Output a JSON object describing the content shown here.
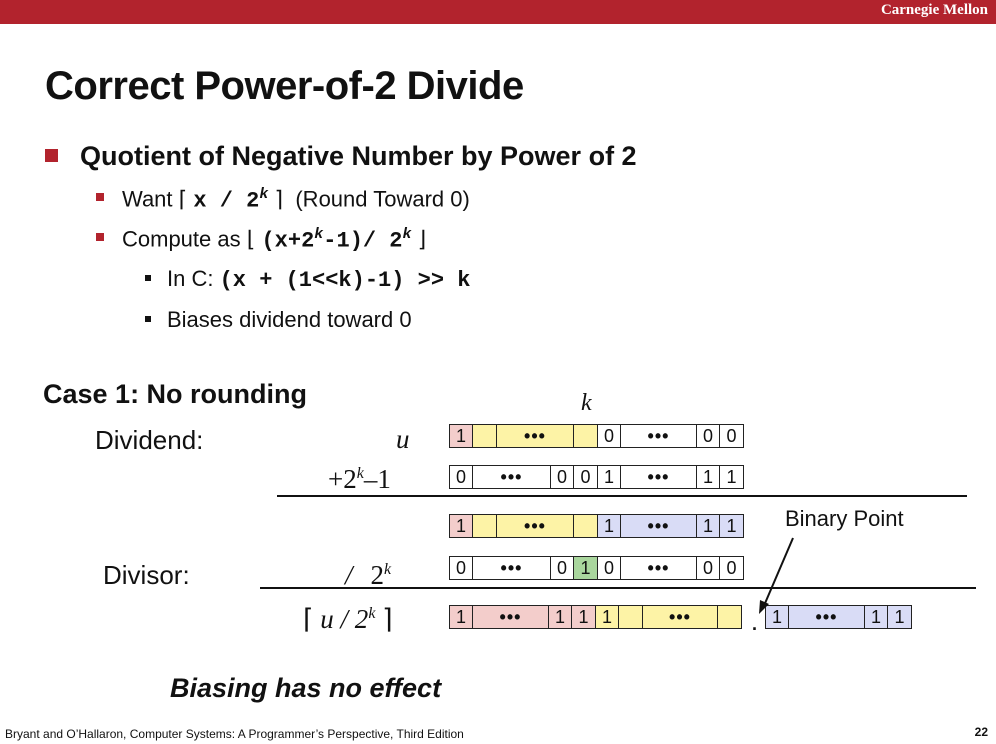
{
  "header": {
    "institution": "Carnegie Mellon"
  },
  "slide": {
    "title": "Correct Power-of-2 Divide",
    "bullet1": "Quotient of Negative Number by Power of 2",
    "want": {
      "prefix": "Want",
      "expr": "x / 2",
      "sup": "k",
      "suffix": "(Round Toward 0)"
    },
    "compute": {
      "prefix": "Compute as",
      "expr1": "(x+2",
      "sup": "k",
      "expr2": "-1)/ 2"
    },
    "in_c": {
      "prefix": "In C:",
      "code": "(x + (1<<k)-1) >> k"
    },
    "biases": "Biases dividend toward 0",
    "case_title": "Case 1: No rounding",
    "dividend_label": "Dividend:",
    "divisor_label": "Divisor:",
    "k_label": "k",
    "u_label": "u",
    "plus_label": "+2",
    "minus_one": "–1",
    "slash": "/",
    "two": "2",
    "ceil_u": "u / 2",
    "binary_point": "Binary Point",
    "bits": {
      "zero": "0",
      "one": "1",
      "dots": "•••"
    },
    "conclusion": "Biasing has no effect"
  },
  "footer": {
    "citation": "Bryant and O’Hallaron, Computer Systems: A Programmer’s Perspective, Third Edition",
    "page": "22"
  },
  "colors": {
    "accent": "#b2232d",
    "pink": "#f3cdcb",
    "yellow": "#fdf3a6",
    "blue": "#d9dcf6",
    "green": "#a9d69d"
  }
}
